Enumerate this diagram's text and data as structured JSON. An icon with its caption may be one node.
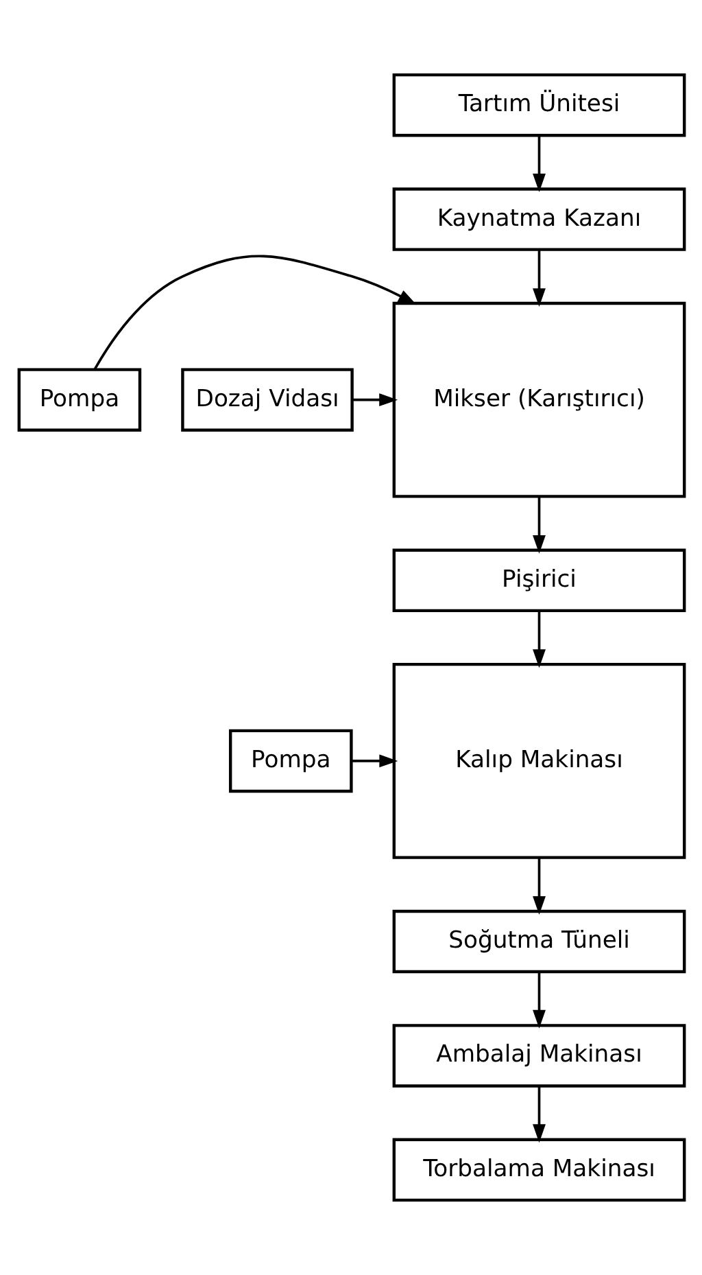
{
  "diagram": {
    "nodes": [
      {
        "text": [
          "Tartım Ünitesi"
        ]
      },
      {
        "text": [
          "Kaynatma Kazanı"
        ]
      },
      {
        "text": [
          "Pompa"
        ]
      },
      {
        "text": [
          "Mikser (Karıştırıcı)"
        ]
      },
      {
        "text": [
          "Dozaj Vidası"
        ]
      },
      {
        "text": [
          "Pişirici"
        ]
      },
      {
        "text": [
          "Pompa"
        ]
      },
      {
        "text": [
          "Kalıp Makinası"
        ]
      },
      {
        "text": [
          "Soğutma Tüneli"
        ]
      },
      {
        "text": [
          "Ambalaj Makinası"
        ]
      },
      {
        "text": [
          "Torbalama Makinası"
        ]
      }
    ],
    "edges": [
      {
        "from": 0,
        "to": 1,
        "arrow": "to"
      },
      {
        "from": 1,
        "to": 3,
        "arrow": "to"
      },
      {
        "from": 2,
        "to": 3,
        "arrow": "to"
      },
      {
        "from": 4,
        "to": 3,
        "arrow": "to"
      },
      {
        "from": 3,
        "to": 5,
        "arrow": "to"
      },
      {
        "from": 5,
        "to": 7,
        "arrow": "to"
      },
      {
        "from": 6,
        "to": 7,
        "arrow": "to"
      },
      {
        "from": 7,
        "to": 8,
        "arrow": "to"
      },
      {
        "from": 8,
        "to": 9,
        "arrow": "to"
      },
      {
        "from": 9,
        "to": 10,
        "arrow": "to"
      }
    ]
  }
}
